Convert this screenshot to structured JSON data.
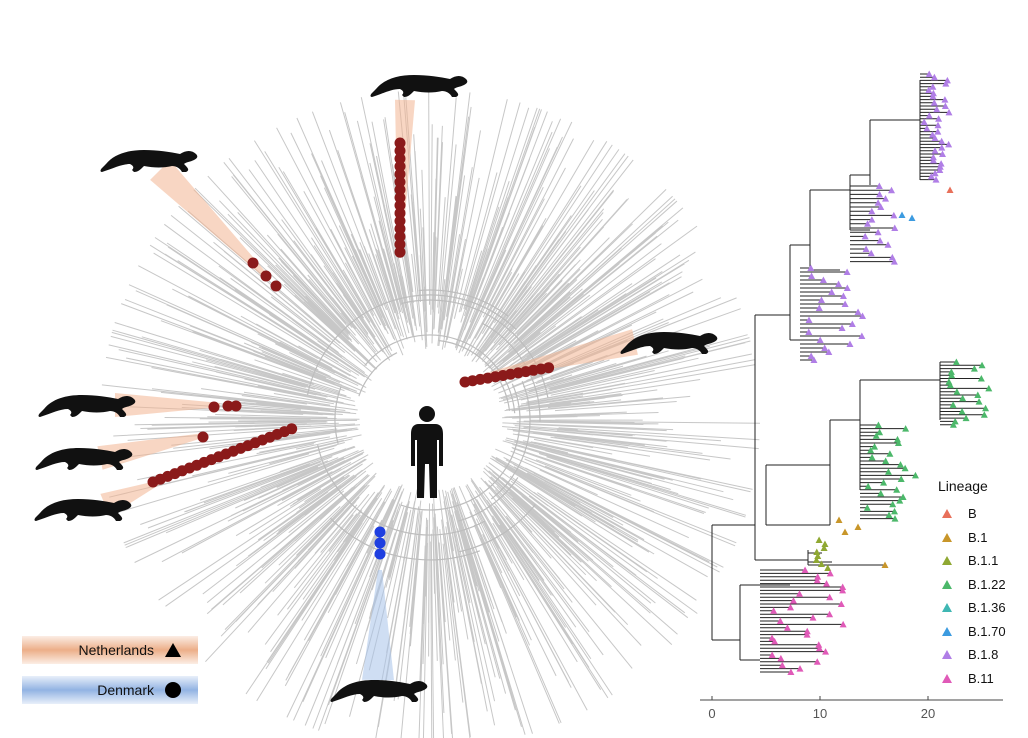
{
  "legend_sampling": {
    "netherlands": {
      "label": "Netherlands",
      "symbol": "triangle",
      "color": "#e9a47c"
    },
    "denmark": {
      "label": "Denmark",
      "symbol": "circle",
      "color": "#8fb0e0"
    }
  },
  "lineage_legend": {
    "title": "Lineage",
    "items": [
      {
        "label": "B",
        "color": "#e8705a"
      },
      {
        "label": "B.1",
        "color": "#c8962a"
      },
      {
        "label": "B.1.1",
        "color": "#8fa832"
      },
      {
        "label": "B.1.22",
        "color": "#4cb86a"
      },
      {
        "label": "B.1.36",
        "color": "#3fb7b3"
      },
      {
        "label": "B.1.70",
        "color": "#3c9be0"
      },
      {
        "label": "B.1.8",
        "color": "#b07ee6"
      },
      {
        "label": "B.11",
        "color": "#e05ab8"
      }
    ]
  },
  "axis": {
    "ticks": [
      "0",
      "10",
      "20"
    ]
  },
  "colors": {
    "tree_gray": "#bdbdbd",
    "mink_nl": "#8b1a1a",
    "mink_dk": "#1f3fe0",
    "silhouette": "#111111"
  },
  "icons": [
    "mink-silhouette-icon",
    "human-silhouette-icon"
  ]
}
